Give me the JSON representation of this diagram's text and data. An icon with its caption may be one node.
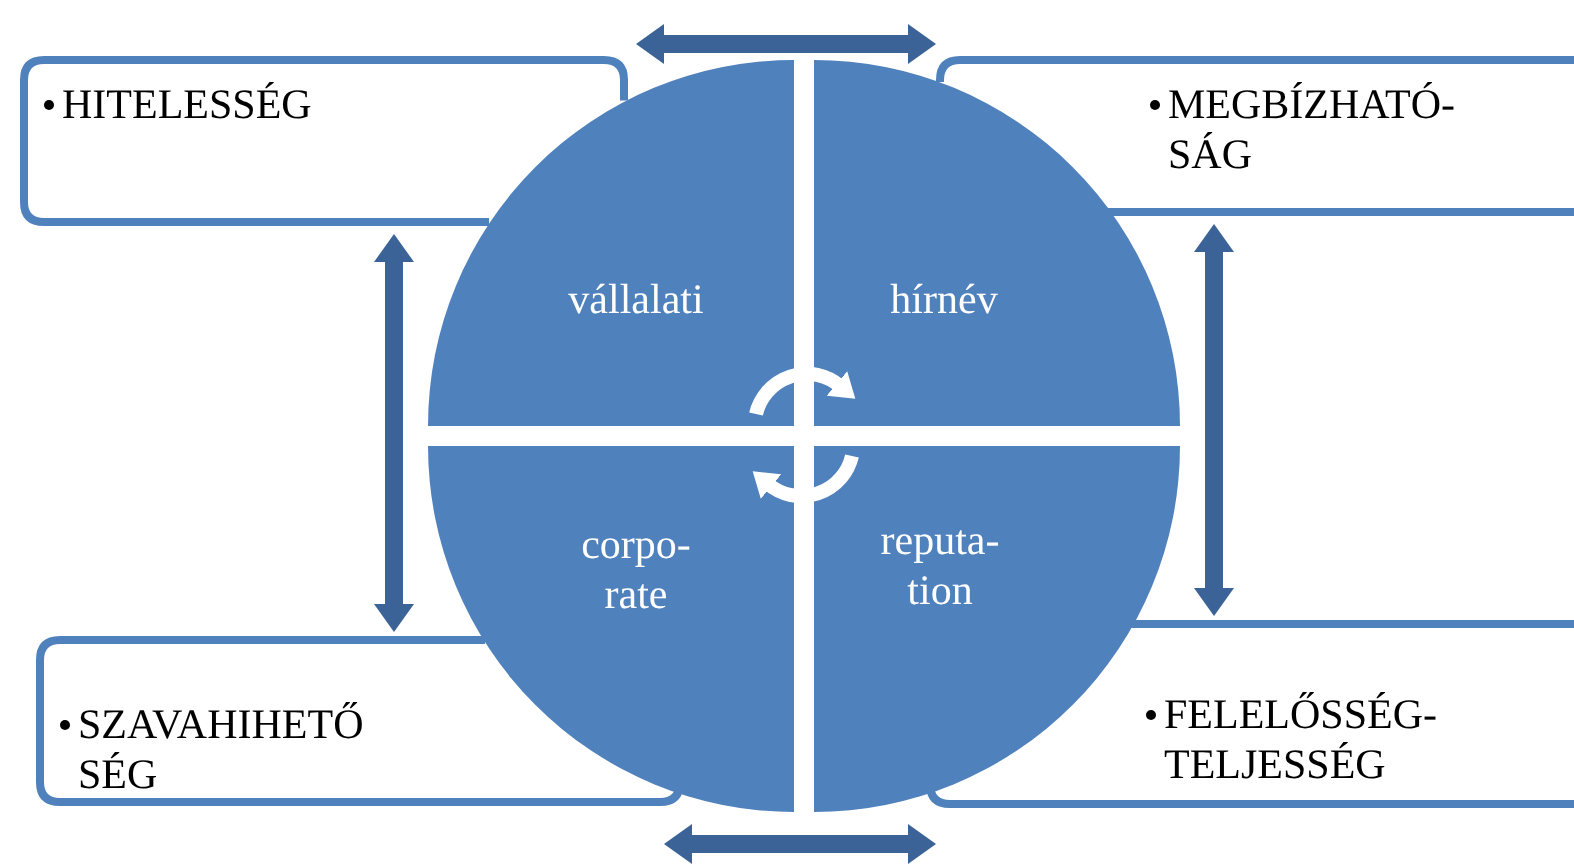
{
  "diagram": {
    "nodes": [
      {
        "text": [
          "HITELESSÉG"
        ]
      },
      {
        "text": [
          "MEGBÍZHATÓ- SÁG"
        ]
      },
      {
        "text": [
          "SZAVAHIHETŐ SÉG"
        ]
      },
      {
        "text": [
          "FELELŐSSÉG- TELJESSÉG"
        ]
      },
      {
        "text": [
          "vállalati"
        ]
      },
      {
        "text": [
          "hírnév"
        ]
      },
      {
        "text": [
          "corpo- rate"
        ]
      },
      {
        "text": [
          "reputa- tion"
        ]
      }
    ],
    "edges": [
      {
        "from": 0,
        "to": 1,
        "arrow": "both"
      },
      {
        "from": 0,
        "to": 2,
        "arrow": "both"
      },
      {
        "from": 1,
        "to": 3,
        "arrow": "both"
      },
      {
        "from": 2,
        "to": 3,
        "arrow": "both"
      },
      {
        "from": 4,
        "to": 5,
        "arrow": "to",
        "color": "#ffffff"
      },
      {
        "from": 7,
        "to": 6,
        "arrow": "to",
        "color": "#ffffff"
      }
    ]
  }
}
